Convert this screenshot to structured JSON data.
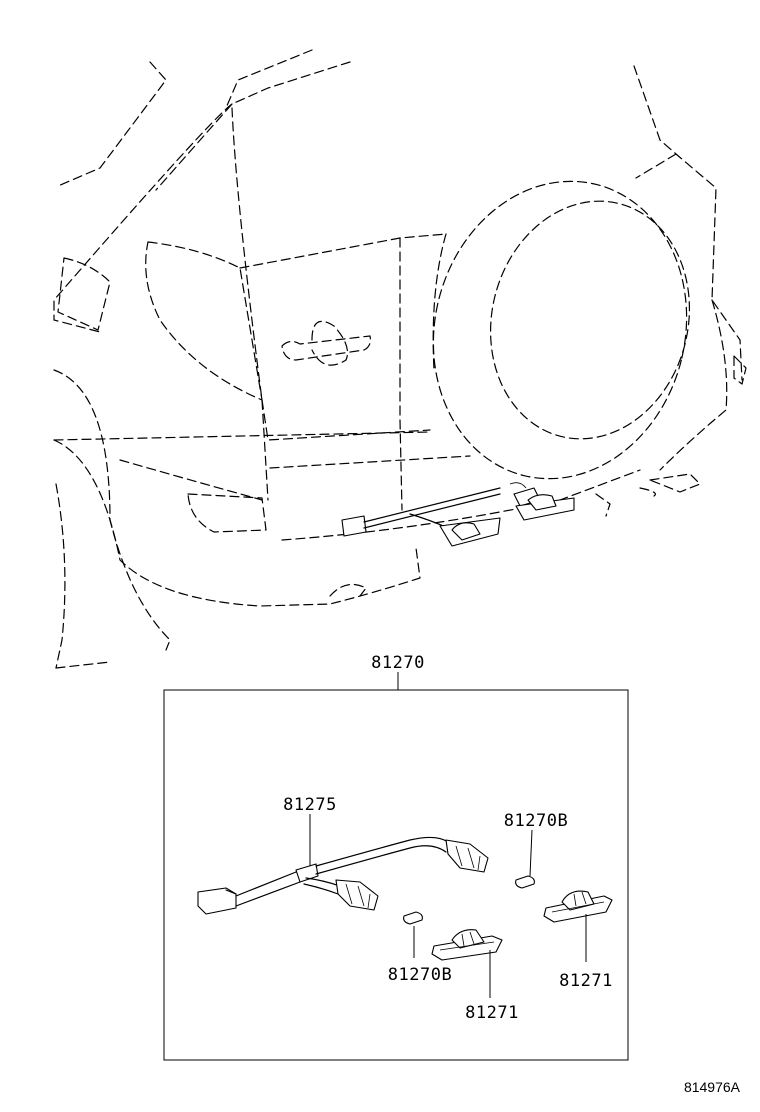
{
  "labels": {
    "assembly": "81270",
    "wire": "81275",
    "bulb_right": "81270B",
    "bulb_left": "81270B",
    "lamp_center": "81271",
    "lamp_right": "81271"
  },
  "reference_code": "814976A"
}
